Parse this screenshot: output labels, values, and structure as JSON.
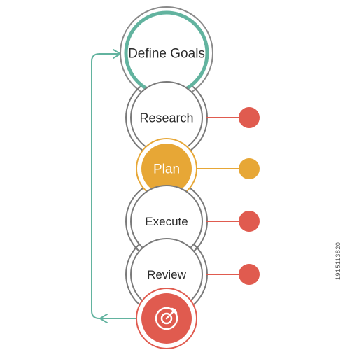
{
  "diagram": {
    "steps": [
      {
        "label": "Define Goals",
        "style": "goal"
      },
      {
        "label": "Research",
        "style": "plain"
      },
      {
        "label": "Plan",
        "style": "highlight"
      },
      {
        "label": "Execute",
        "style": "plain"
      },
      {
        "label": "Review",
        "style": "plain"
      },
      {
        "label": "",
        "style": "target",
        "icon": "target-icon"
      }
    ],
    "colors": {
      "goal_ring": "#62b39f",
      "plain_ring": "#7a7a7a",
      "plan_fill": "#e7a736",
      "red": "#e05b4f",
      "text": "#2c2c2c",
      "connector": "#e05b4f",
      "plan_connector": "#e7a736",
      "loop_arrow": "#62b39f"
    }
  },
  "watermark": {
    "text": "1915113820"
  }
}
